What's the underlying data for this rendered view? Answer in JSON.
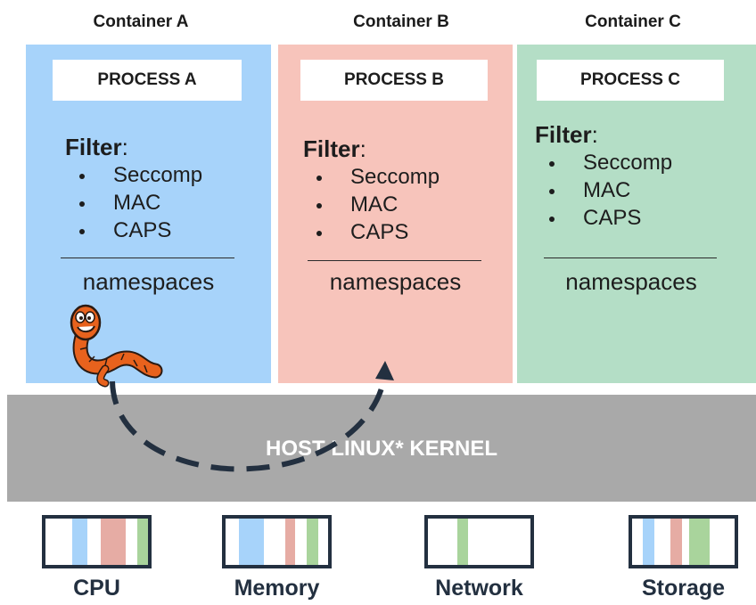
{
  "containers": [
    {
      "title": "Container A",
      "process": "PROCESS A",
      "filter_label": "Filter",
      "filter_items": [
        "Seccomp",
        "MAC",
        "CAPS"
      ],
      "namespaces_label": "namespaces",
      "color": "#a7d3fa"
    },
    {
      "title": "Container B",
      "process": "PROCESS B",
      "filter_label": "Filter",
      "filter_items": [
        "Seccomp",
        "MAC",
        "CAPS"
      ],
      "namespaces_label": "namespaces",
      "color": "#f7c4bb"
    },
    {
      "title": "Container C",
      "process": "PROCESS C",
      "filter_label": "Filter",
      "filter_items": [
        "Seccomp",
        "MAC",
        "CAPS"
      ],
      "namespaces_label": "namespaces",
      "color": "#b4dec6"
    }
  ],
  "kernel": {
    "label": "HOST LINUX* KERNEL",
    "color": "#a9a9a9"
  },
  "resources": [
    {
      "label": "CPU",
      "bars": [
        "blue",
        "red",
        "green"
      ]
    },
    {
      "label": "Memory",
      "bars": [
        "blue",
        "red",
        "green"
      ]
    },
    {
      "label": "Network",
      "bars": [
        "green"
      ]
    },
    {
      "label": "Storage",
      "bars": [
        "blue",
        "red",
        "green"
      ]
    }
  ],
  "colors": {
    "blue": "#a7d3fa",
    "red": "#e6aca4",
    "green": "#a9d49c",
    "frame": "#233040",
    "arrow": "#233040",
    "worm": "#e8621d"
  },
  "icons": {
    "worm": "worm-icon",
    "escape_arrow": "dashed-curved-arrow"
  }
}
